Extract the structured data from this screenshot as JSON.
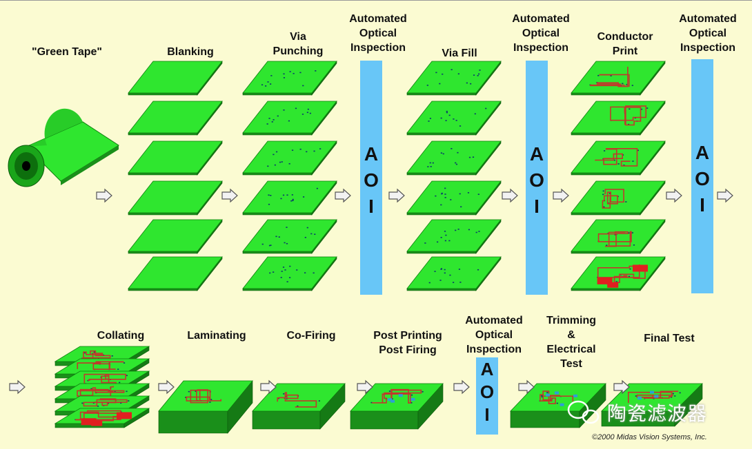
{
  "labels": {
    "green_tape": "\"Green Tape\"",
    "blanking": "Blanking",
    "via_punching": "Via\nPunching",
    "aoi_1": "Automated\nOptical\nInspection",
    "via_fill": "Via Fill",
    "aoi_2": "Automated\nOptical\nInspection",
    "conductor_print": "Conductor\nPrint",
    "aoi_3": "Automated\nOptical\nInspection",
    "collating": "Collating",
    "laminating": "Laminating",
    "co_firing": "Co-Firing",
    "post_printing": "Post Printing\nPost Firing",
    "aoi_4": "Automated\nOptical\nInspection",
    "trimming": "Trimming\n&\nElectrical\nTest",
    "final_test": "Final Test"
  },
  "aoi_letters": [
    "A",
    "O",
    "I"
  ],
  "copyright": "©2000 Midas Vision Systems, Inc.",
  "watermark": "陶瓷滤波器",
  "colors": {
    "background": "#fbfbd2",
    "sheet": "#2fe62f",
    "sheet_side": "#1a8f1a",
    "conductor": "#c0392b",
    "aoi_bar": "#68c6f7"
  }
}
